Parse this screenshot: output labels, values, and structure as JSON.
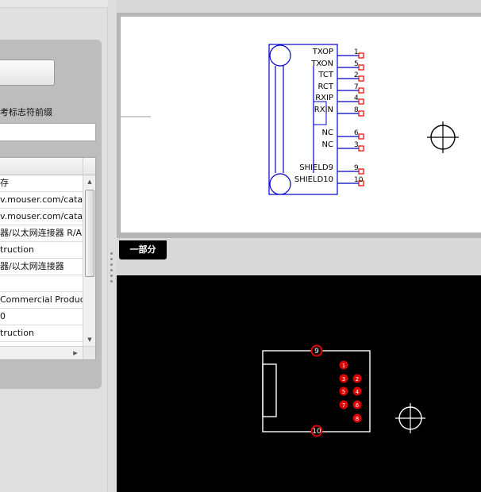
{
  "properties_panel": {
    "prefix_label": "考标志符前缀",
    "prefix_value": "",
    "grid_rows": [
      "存",
      "v.mouser.com/cata",
      "v.mouser.com/cata",
      "器/以太网连接器 R/A I",
      "truction",
      "器/以太网连接器",
      "",
      "Commercial Produc",
      "0",
      "truction"
    ]
  },
  "schematic": {
    "pins": [
      {
        "name": "TXOP",
        "number": "1"
      },
      {
        "name": "TXON",
        "number": "5"
      },
      {
        "name": "TCT",
        "number": "2"
      },
      {
        "name": "RCT",
        "number": "7"
      },
      {
        "name": "RXIP",
        "number": "4"
      },
      {
        "name": "RXIN",
        "number": "8"
      },
      {
        "name": "NC",
        "number": "6"
      },
      {
        "name": "NC",
        "number": "3"
      },
      {
        "name": "SHIELD9",
        "number": "9"
      },
      {
        "name": "SHIELD10",
        "number": "10"
      }
    ],
    "stroke_color": "#0000cc",
    "pin_end_color": "#ee0000"
  },
  "part_tab_label": "一部分",
  "footprint": {
    "pads": [
      "1",
      "2",
      "3",
      "4",
      "5",
      "6",
      "7",
      "8",
      "9",
      "10"
    ],
    "outline_color": "#ffffff",
    "pad_color": "#dd0000"
  }
}
